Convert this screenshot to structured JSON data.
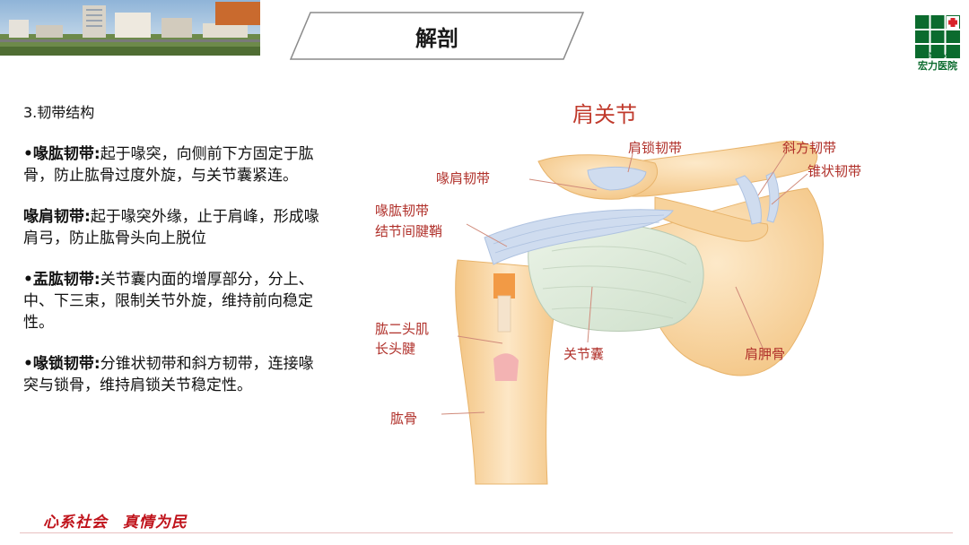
{
  "header": {
    "title": "解剖"
  },
  "logo": {
    "english": "HONLIVHP",
    "chinese": "宏力医院",
    "colors": {
      "green": "#0b6b2e",
      "red": "#d8232a"
    }
  },
  "content": {
    "section_title": "3.韧带结构",
    "items": [
      {
        "prefix": "•",
        "term": "喙肱韧带:",
        "text": "起于喙突，向侧前下方固定于肱骨，防止肱骨过度外旋，与关节囊紧连。"
      },
      {
        "prefix": "",
        "term": "喙肩韧带:",
        "text": "起于喙突外缘，止于肩峰，形成喙肩弓，防止肱骨头向上脱位"
      },
      {
        "prefix": "•",
        "term": "盂肱韧带:",
        "text": "关节囊内面的增厚部分，分上、中、下三束，限制关节外旋，维持前向稳定性。"
      },
      {
        "prefix": "•",
        "term": "喙锁韧带:",
        "text": "分锥状韧带和斜方韧带，连接喙突与锁骨，维持肩锁关节稳定性。"
      }
    ]
  },
  "diagram": {
    "title": "肩关节",
    "labels": {
      "acromioclavicular": "肩锁韧带",
      "trapezoid": "斜方韧带",
      "conoid": "锥状韧带",
      "coracoacromial": "喙肩韧带",
      "coracohumeral_1": "喙肱韧带",
      "coracohumeral_2": "结节间腱鞘",
      "biceps_1": "肱二头肌",
      "biceps_2": "长头腱",
      "capsule": "关节囊",
      "scapula": "肩胛骨",
      "humerus": "肱骨"
    },
    "colors": {
      "bone": "#f6cf94",
      "bone_light": "#fbe4bd",
      "ligament": "#cfdcef",
      "capsule": "#dcebd9",
      "title": "#c0392b",
      "label": "#b0302a"
    }
  },
  "footer": {
    "slogan": "心系社会 真情为民"
  }
}
